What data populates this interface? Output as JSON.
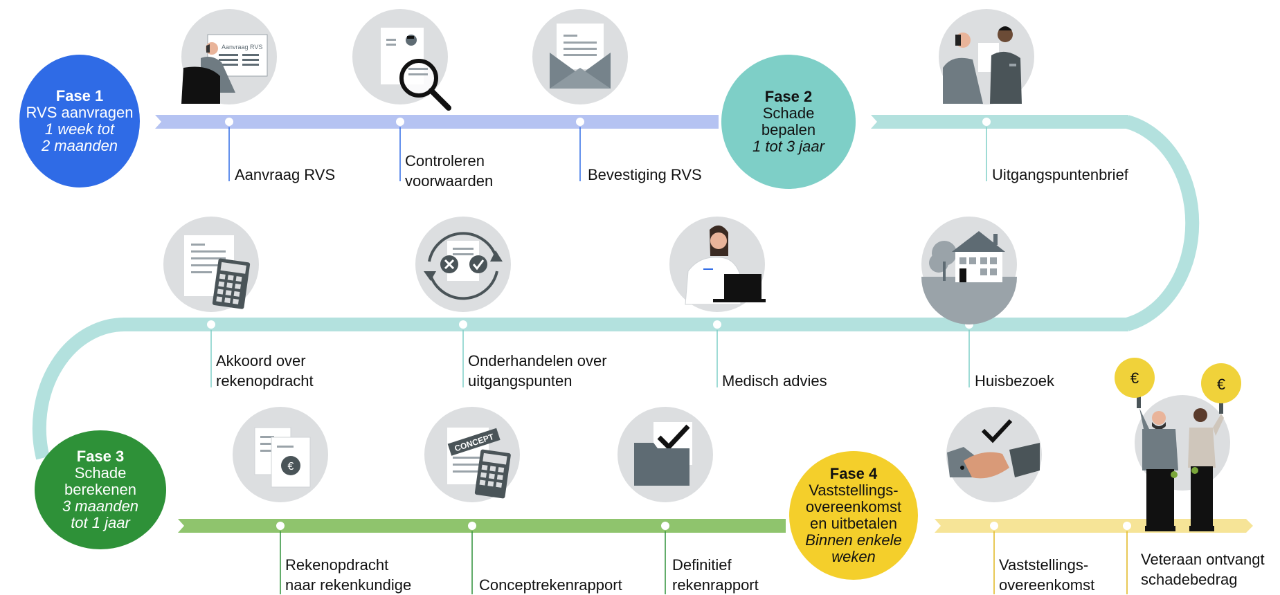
{
  "colors": {
    "phase1": "#2f6be6",
    "phase2": "#7ecfc7",
    "phase3": "#2e9138",
    "phase4": "#f4cf2b",
    "track1": "#b5c3f2",
    "track2": "#b3e1de",
    "track3": "#8fc46d",
    "track4": "#f6e497",
    "icon_bg": "#dcdee0",
    "icon_dark": "#5e6b73"
  },
  "phases": [
    {
      "title": "Fase 1",
      "line1": "RVS aanvragen",
      "line2": "",
      "duration1": "1 week tot",
      "duration2": "2 maanden"
    },
    {
      "title": "Fase 2",
      "line1": "Schade",
      "line2": "bepalen",
      "duration1": "1 tot 3 jaar",
      "duration2": ""
    },
    {
      "title": "Fase 3",
      "line1": "Schade",
      "line2": "berekenen",
      "duration1": "3 maanden",
      "duration2": "tot 1 jaar"
    },
    {
      "title": "Fase 4",
      "line1": "Vaststellings-",
      "line2": "overeenkomst",
      "line3": "en uitbetalen",
      "duration1": "Binnen enkele",
      "duration2": "weken"
    }
  ],
  "steps": [
    {
      "line1": "Aanvraag RVS",
      "line2": "",
      "icon": "laptop-application-icon"
    },
    {
      "line1": "Controleren",
      "line2": "voorwaarden",
      "icon": "magnifier-document-icon"
    },
    {
      "line1": "Bevestiging RVS",
      "line2": "",
      "icon": "envelope-letter-icon"
    },
    {
      "line1": "Uitgangspuntenbrief",
      "line2": "",
      "icon": "meeting-people-icon"
    },
    {
      "line1": "Akkoord over",
      "line2": "rekenopdracht",
      "icon": "calculator-document-icon"
    },
    {
      "line1": "Onderhandelen over",
      "line2": "uitgangspunten",
      "icon": "cycle-check-icon"
    },
    {
      "line1": "Medisch advies",
      "line2": "",
      "icon": "doctor-laptop-icon"
    },
    {
      "line1": "Huisbezoek",
      "line2": "",
      "icon": "house-tree-icon"
    },
    {
      "line1": "Rekenopdracht",
      "line2": "naar rekenkundige",
      "icon": "euro-documents-icon"
    },
    {
      "line1": "Conceptrekenrapport",
      "line2": "",
      "icon": "concept-calculator-icon"
    },
    {
      "line1": "Definitief",
      "line2": "rekenrapport",
      "icon": "folder-check-icon"
    },
    {
      "line1": "Vaststellings-",
      "line2": "overeenkomst",
      "icon": "handshake-check-icon"
    },
    {
      "line1": "Veteraan ontvangt",
      "line2": "schadebedrag",
      "icon": "veterans-euro-icon"
    }
  ],
  "icon_texts": {
    "application_form": "Aanvraag RVS",
    "concept_stamp": "CONCEPT",
    "euro": "€"
  }
}
